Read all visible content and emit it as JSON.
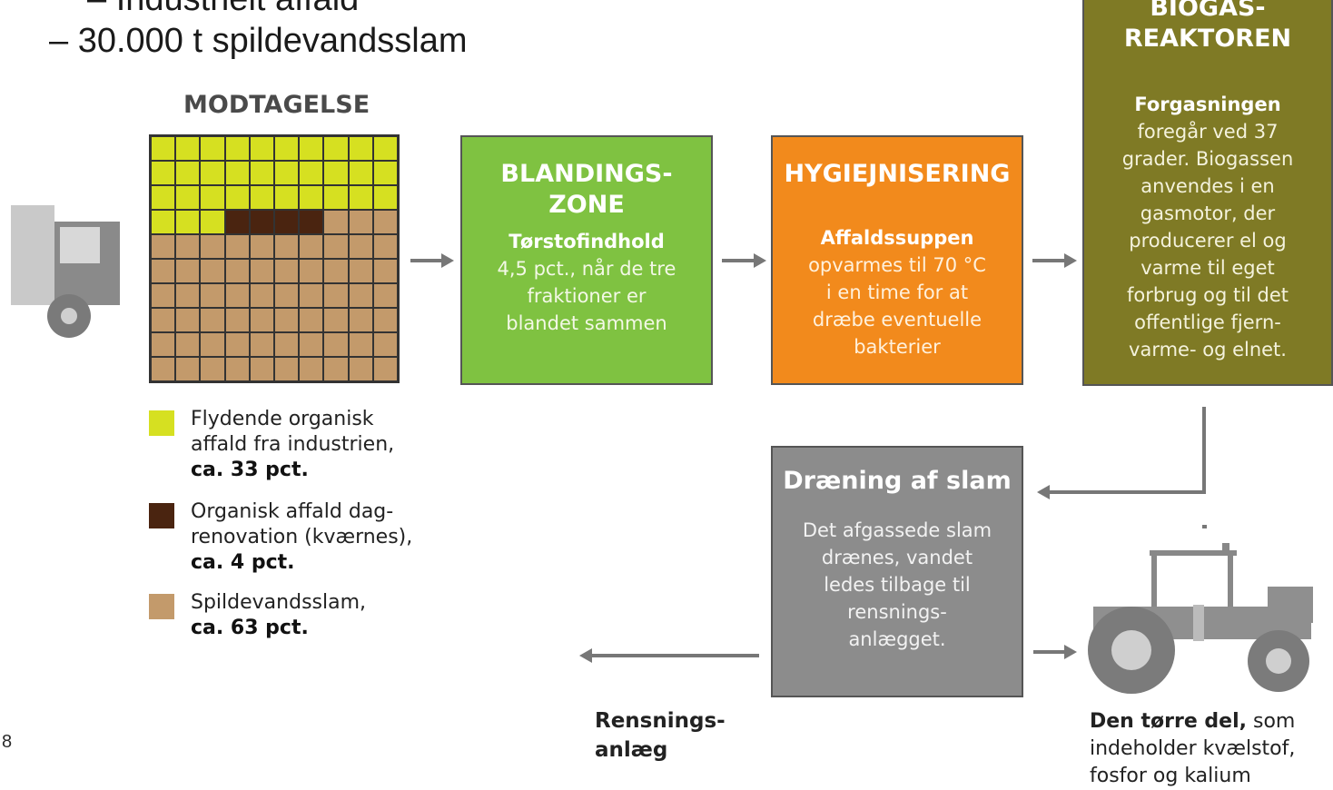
{
  "slide": {
    "bullet_prev": "– Industrielt affald",
    "bullet": "– 30.000 t spildevandsslam",
    "page_number": "8"
  },
  "reception": {
    "title": "MODTAGELSE",
    "legend": [
      {
        "line1": "Flydende organisk",
        "line2": "affald fra industrien,",
        "pct": "ca. 33 pct.",
        "color": "#d6e021"
      },
      {
        "line1": "Organisk affald dag-",
        "line2": "renovation (kværnes),",
        "pct": "ca. 4 pct.",
        "color": "#4a2410"
      },
      {
        "line1": "Spildevandsslam,",
        "line2": "",
        "pct": "ca. 63 pct.",
        "color": "#c39a6b"
      }
    ]
  },
  "mixing": {
    "title1": "BLANDINGS-",
    "title2": "ZONE",
    "subtitle": "Tørstofindhold",
    "body": [
      "4,5 pct., når de tre",
      "fraktioner er",
      "blandet sammen"
    ],
    "color": "#7fc241"
  },
  "hygiene": {
    "title": "HYGIEJNISERING",
    "subtitle": "Affaldssuppen",
    "body": [
      "opvarmes til 70 °C",
      "i en time for at",
      "dræbe eventuelle",
      "bakterier"
    ],
    "color": "#f28a1c"
  },
  "biogas": {
    "title1": "BIOGAS-",
    "title2": "REAKTOREN",
    "subtitle": "Forgasningen",
    "body": [
      "foregår ved 37",
      "grader. Biogassen",
      "anvendes i en",
      "gasmotor, der",
      "producerer el og",
      "varme til eget",
      "forbrug og til det",
      "offentlige fjern-",
      "varme- og elnet."
    ],
    "color": "#7f7a25"
  },
  "drain": {
    "title": "Dræning af slam",
    "body": [
      "Det afgassede slam",
      "drænes, vandet",
      "ledes tilbage til",
      "rensnings-",
      "anlægget."
    ],
    "color": "#8c8c8c"
  },
  "treatment": {
    "line1": "Rensnings-",
    "line2": "anlæg"
  },
  "dry": {
    "bold": "Den tørre del,",
    "rest": " som",
    "line2": "indeholder kvælstof,",
    "line3": "fosfor og kalium"
  }
}
